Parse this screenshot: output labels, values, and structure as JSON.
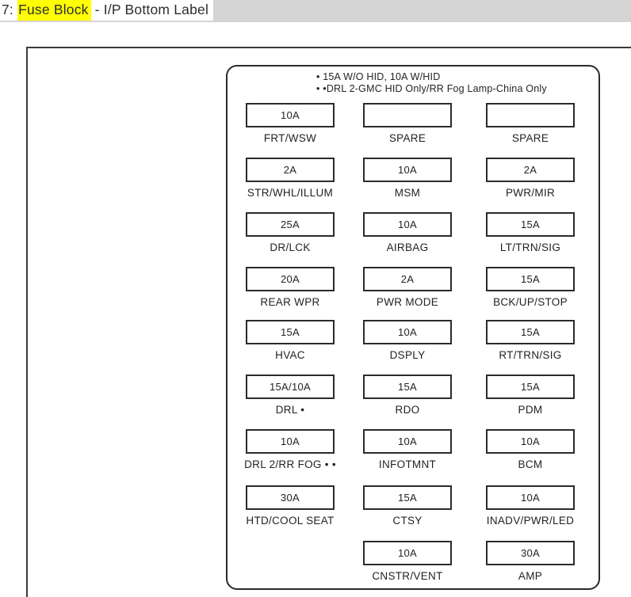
{
  "header": {
    "title_prefix": "7: ",
    "title_highlight": "Fuse Block",
    "title_suffix": " - I/P Bottom Label",
    "highlight_color": "#ffff00"
  },
  "diagram": {
    "notes": [
      "• 15A W/O HID, 10A W/HID",
      "• •DRL 2-GMC HID Only/RR Fog Lamp-China Only"
    ],
    "line_color": "#2b2b2b"
  },
  "fuse_grid": {
    "rows": [
      [
        {
          "amps": "10A",
          "label": "FRT/WSW"
        },
        {
          "amps": "",
          "label": "SPARE"
        },
        {
          "amps": "",
          "label": "SPARE"
        }
      ],
      [
        {
          "amps": "2A",
          "label": "STR/WHL/ILLUM"
        },
        {
          "amps": "10A",
          "label": "MSM"
        },
        {
          "amps": "2A",
          "label": "PWR/MIR"
        }
      ],
      [
        {
          "amps": "25A",
          "label": "DR/LCK"
        },
        {
          "amps": "10A",
          "label": "AIRBAG"
        },
        {
          "amps": "15A",
          "label": "LT/TRN/SIG"
        }
      ],
      [
        {
          "amps": "20A",
          "label": "REAR WPR"
        },
        {
          "amps": "2A",
          "label": "PWR MODE"
        },
        {
          "amps": "15A",
          "label": "BCK/UP/STOP"
        }
      ],
      [
        {
          "amps": "15A",
          "label": "HVAC"
        },
        {
          "amps": "10A",
          "label": "DSPLY"
        },
        {
          "amps": "15A",
          "label": "RT/TRN/SIG"
        }
      ],
      [
        {
          "amps": "15A/10A",
          "label": "DRL •"
        },
        {
          "amps": "15A",
          "label": "RDO"
        },
        {
          "amps": "15A",
          "label": "PDM"
        }
      ],
      [
        {
          "amps": "10A",
          "label": "DRL 2/RR FOG • •"
        },
        {
          "amps": "10A",
          "label": "INFOTMNT"
        },
        {
          "amps": "10A",
          "label": "BCM"
        }
      ],
      [
        {
          "amps": "30A",
          "label": "HTD/COOL SEAT"
        },
        {
          "amps": "15A",
          "label": "CTSY"
        },
        {
          "amps": "10A",
          "label": "INADV/PWR/LED"
        }
      ],
      [
        null,
        {
          "amps": "10A",
          "label": "CNSTR/VENT"
        },
        {
          "amps": "30A",
          "label": "AMP"
        }
      ]
    ]
  }
}
